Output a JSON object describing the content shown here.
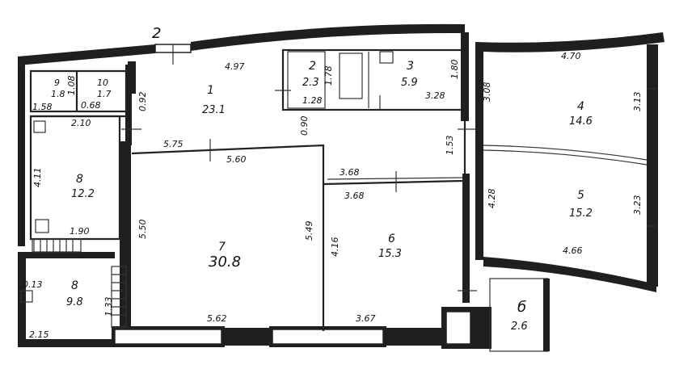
{
  "plan_label": "2",
  "rooms": [
    {
      "id": "r1",
      "num": "1",
      "area": "23.1"
    },
    {
      "id": "r2",
      "num": "2",
      "area": "2.3"
    },
    {
      "id": "r3",
      "num": "3",
      "area": "5.9"
    },
    {
      "id": "r4",
      "num": "4",
      "area": "14.6"
    },
    {
      "id": "r5",
      "num": "5",
      "area": "15.2"
    },
    {
      "id": "r6",
      "num": "6",
      "area": "15.3"
    },
    {
      "id": "r7",
      "num": "7",
      "area": "30.8"
    },
    {
      "id": "r8",
      "num": "8",
      "area": "12.2"
    },
    {
      "id": "r9",
      "num": "9",
      "area": "1.8"
    },
    {
      "id": "r10",
      "num": "10",
      "area": "1.7"
    },
    {
      "id": "rb",
      "num": "б",
      "area": "2.6"
    },
    {
      "id": "rp",
      "num": "8",
      "area": "9.8"
    }
  ],
  "dims": {
    "d497": "4.97",
    "d470": "4.70",
    "d308": "3.08",
    "d313": "3.13",
    "d180": "1.80",
    "d328": "3.28",
    "d178": "1.78",
    "d128": "1.28",
    "d092": "0.92",
    "d090": "0.90",
    "d575": "5.75",
    "d560": "5.60",
    "d368a": "3.68",
    "d368b": "3.68",
    "d153": "1.53",
    "d428": "4.28",
    "d323": "3.23",
    "d466": "4.66",
    "d190": "1.90",
    "d411": "4.11",
    "d210": "2.10",
    "d158": "1.58",
    "d068": "0.68",
    "d108": "1.08",
    "d550": "5.50",
    "d549": "5.49",
    "d416": "4.16",
    "d562": "5.62",
    "d367": "3.67",
    "d215": "2.15",
    "d133": "1.33",
    "d013": "0.13"
  }
}
